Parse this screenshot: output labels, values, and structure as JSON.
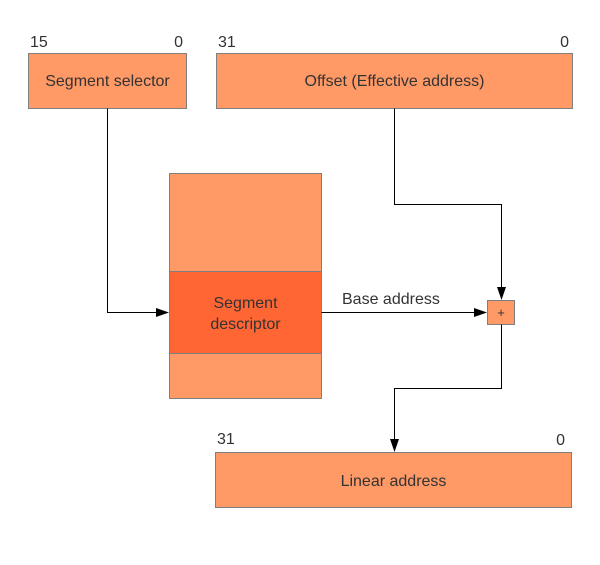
{
  "diagram": {
    "title": "Segmented address translation",
    "colors": {
      "box_fill": "#ff9966",
      "highlight_fill": "#ff6633",
      "border": "#7f7f7f",
      "text": "#333333",
      "connector": "#000000"
    },
    "segment_selector": {
      "label": "Segment selector",
      "bit_high": "15",
      "bit_low": "0"
    },
    "offset": {
      "label": "Offset (Effective address)",
      "bit_high": "31",
      "bit_low": "0"
    },
    "descriptor_table": {
      "entry_label_line1": "Segment",
      "entry_label_line2": "descriptor"
    },
    "adder": {
      "symbol": "+"
    },
    "base_address_label": "Base address",
    "linear_address": {
      "label": "Linear address",
      "bit_high": "31",
      "bit_low": "0"
    },
    "connections": [
      {
        "from": "segment-selector",
        "to": "segment-descriptor"
      },
      {
        "from": "offset",
        "to": "adder"
      },
      {
        "from": "segment-descriptor",
        "to": "adder",
        "label": "Base address"
      },
      {
        "from": "adder",
        "to": "linear-address"
      }
    ]
  }
}
